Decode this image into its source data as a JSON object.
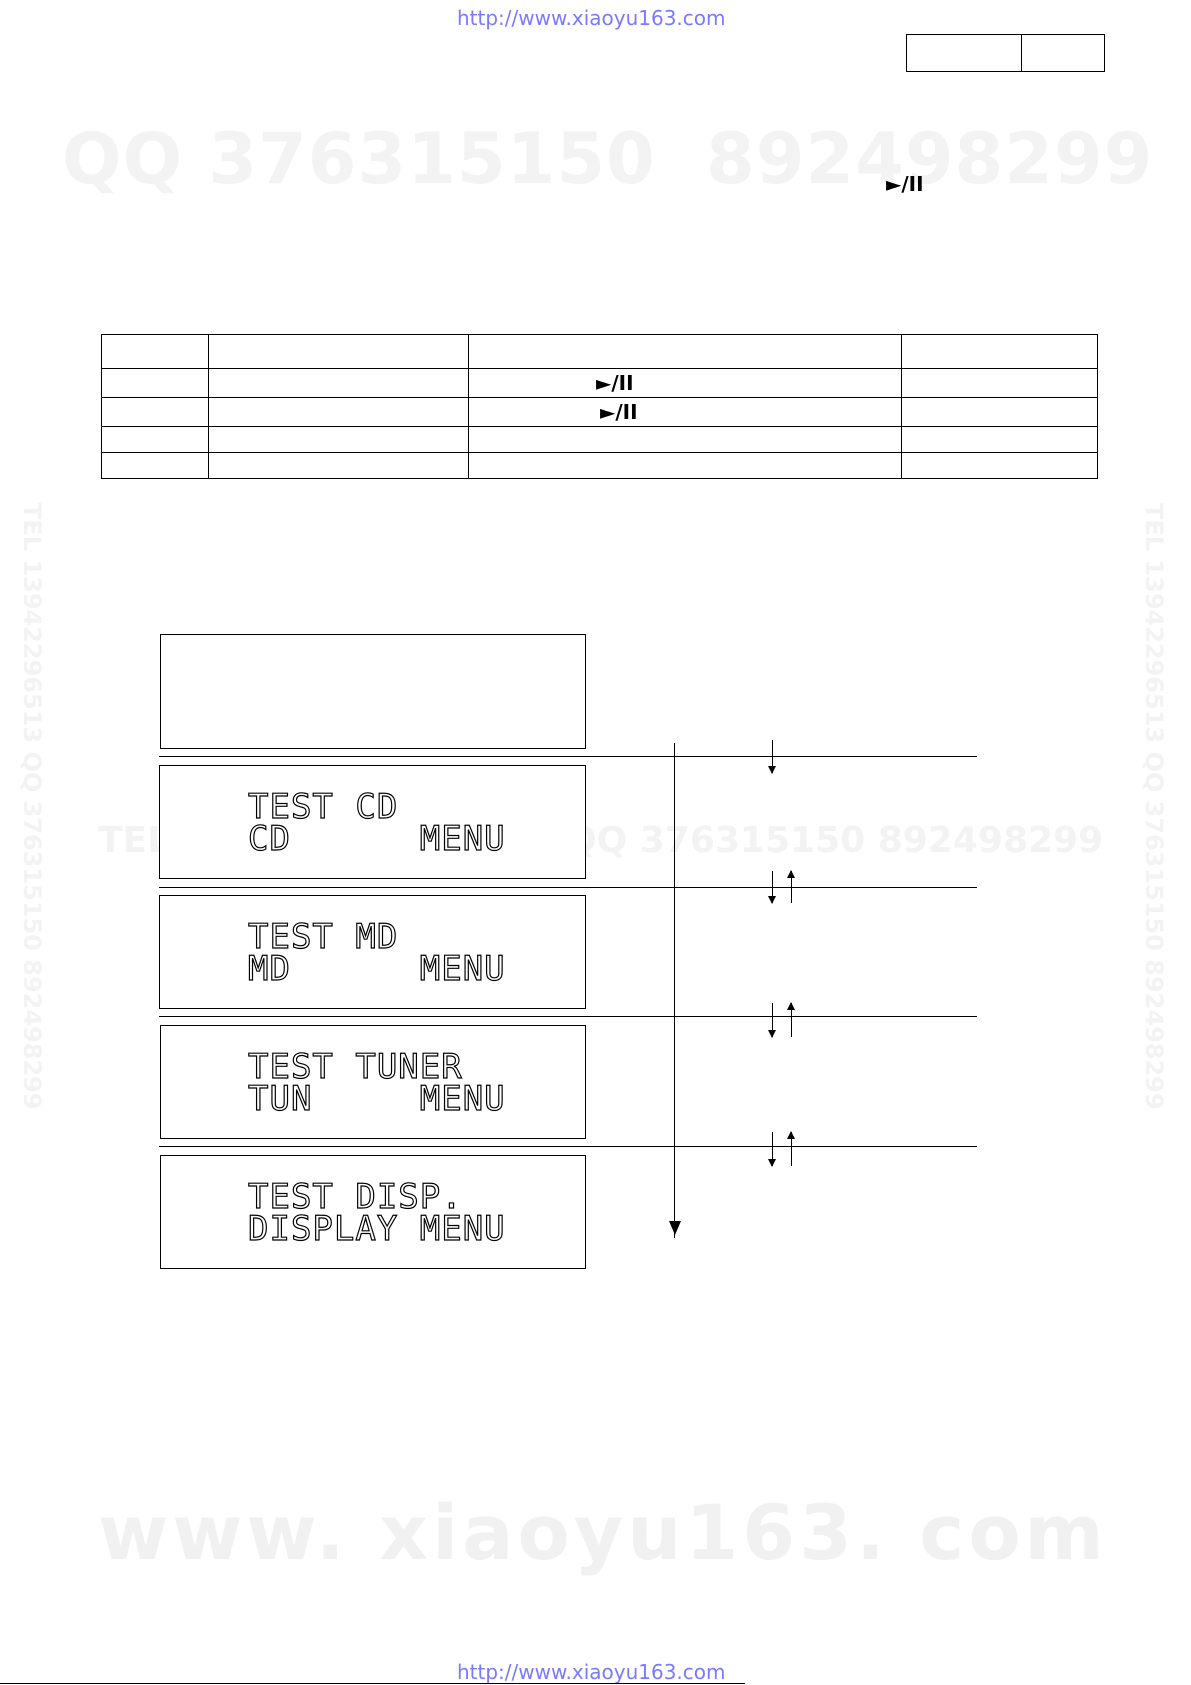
{
  "header": {
    "url_top": "http://www.xiaoyu163.com",
    "url_bottom": "http://www.xiaoyu163.com"
  },
  "watermarks": {
    "qq_big": "QQ 376315150",
    "qq_big_2": "892498299",
    "mid_left": "TEL 13942296513",
    "mid_right": "QQ 376315150 892498299",
    "vertical": "TEL 13942296513 QQ 376315150 892498299",
    "footer": "www. xiaoyu163. com"
  },
  "symbols": {
    "play_pause": "►/II"
  },
  "table": {
    "rows": [
      [
        "",
        "",
        "",
        ""
      ],
      [
        "",
        "",
        "►/II",
        ""
      ],
      [
        "",
        "",
        "►/II",
        ""
      ],
      [
        "",
        "",
        "",
        ""
      ],
      [
        "",
        "",
        "",
        ""
      ]
    ]
  },
  "lcd_screens": [
    {
      "line1": "",
      "line2": ""
    },
    {
      "line1": "TEST CD",
      "line2": "CD      MENU"
    },
    {
      "line1": "TEST MD",
      "line2": "MD      MENU"
    },
    {
      "line1": "TEST TUNER",
      "line2": "TUN     MENU"
    },
    {
      "line1": "TEST DISP.",
      "line2": "DISPLAY MENU"
    }
  ]
}
